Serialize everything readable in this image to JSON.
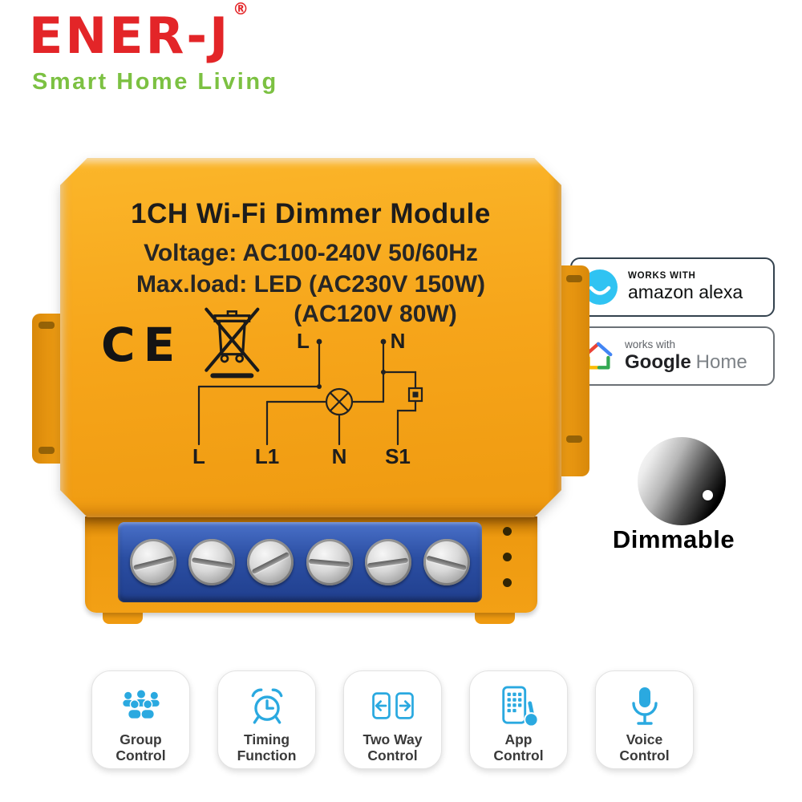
{
  "brand": {
    "name": "ENER-J",
    "registered": "®",
    "tagline": "Smart Home Living"
  },
  "product": {
    "title": "1CH Wi-Fi Dimmer Module",
    "voltage": "Voltage: AC100-240V 50/60Hz",
    "max_load_line1": "Max.load: LED (AC230V 150W)",
    "max_load_line2": "(AC120V 80W)",
    "ce_mark": "CE",
    "wiring_labels": {
      "top": [
        "L",
        "N"
      ],
      "bottom": [
        "L",
        "L1",
        "N",
        "S1"
      ]
    }
  },
  "badges": {
    "alexa": {
      "works_with": "WORKS WITH",
      "name": "amazon alexa"
    },
    "google": {
      "works_with": "works with",
      "brand": "Google",
      "product": "Home"
    },
    "dimmable_label": "Dimmable"
  },
  "features": [
    {
      "label": "Group Control",
      "icon": "group-icon"
    },
    {
      "label": "Timing Function",
      "icon": "alarm-clock-icon"
    },
    {
      "label": "Two Way Control",
      "icon": "two-way-switch-icon"
    },
    {
      "label": "App Control",
      "icon": "app-control-icon"
    },
    {
      "label": "Voice Control",
      "icon": "microphone-icon"
    }
  ],
  "colors": {
    "brand_red": "#E32528",
    "tagline_green": "#7CC142",
    "device_orange": "#F6A51A",
    "terminal_blue": "#2B4EA2",
    "feature_icon_blue": "#2AA9E0",
    "alexa_cyan": "#30C3F2"
  }
}
